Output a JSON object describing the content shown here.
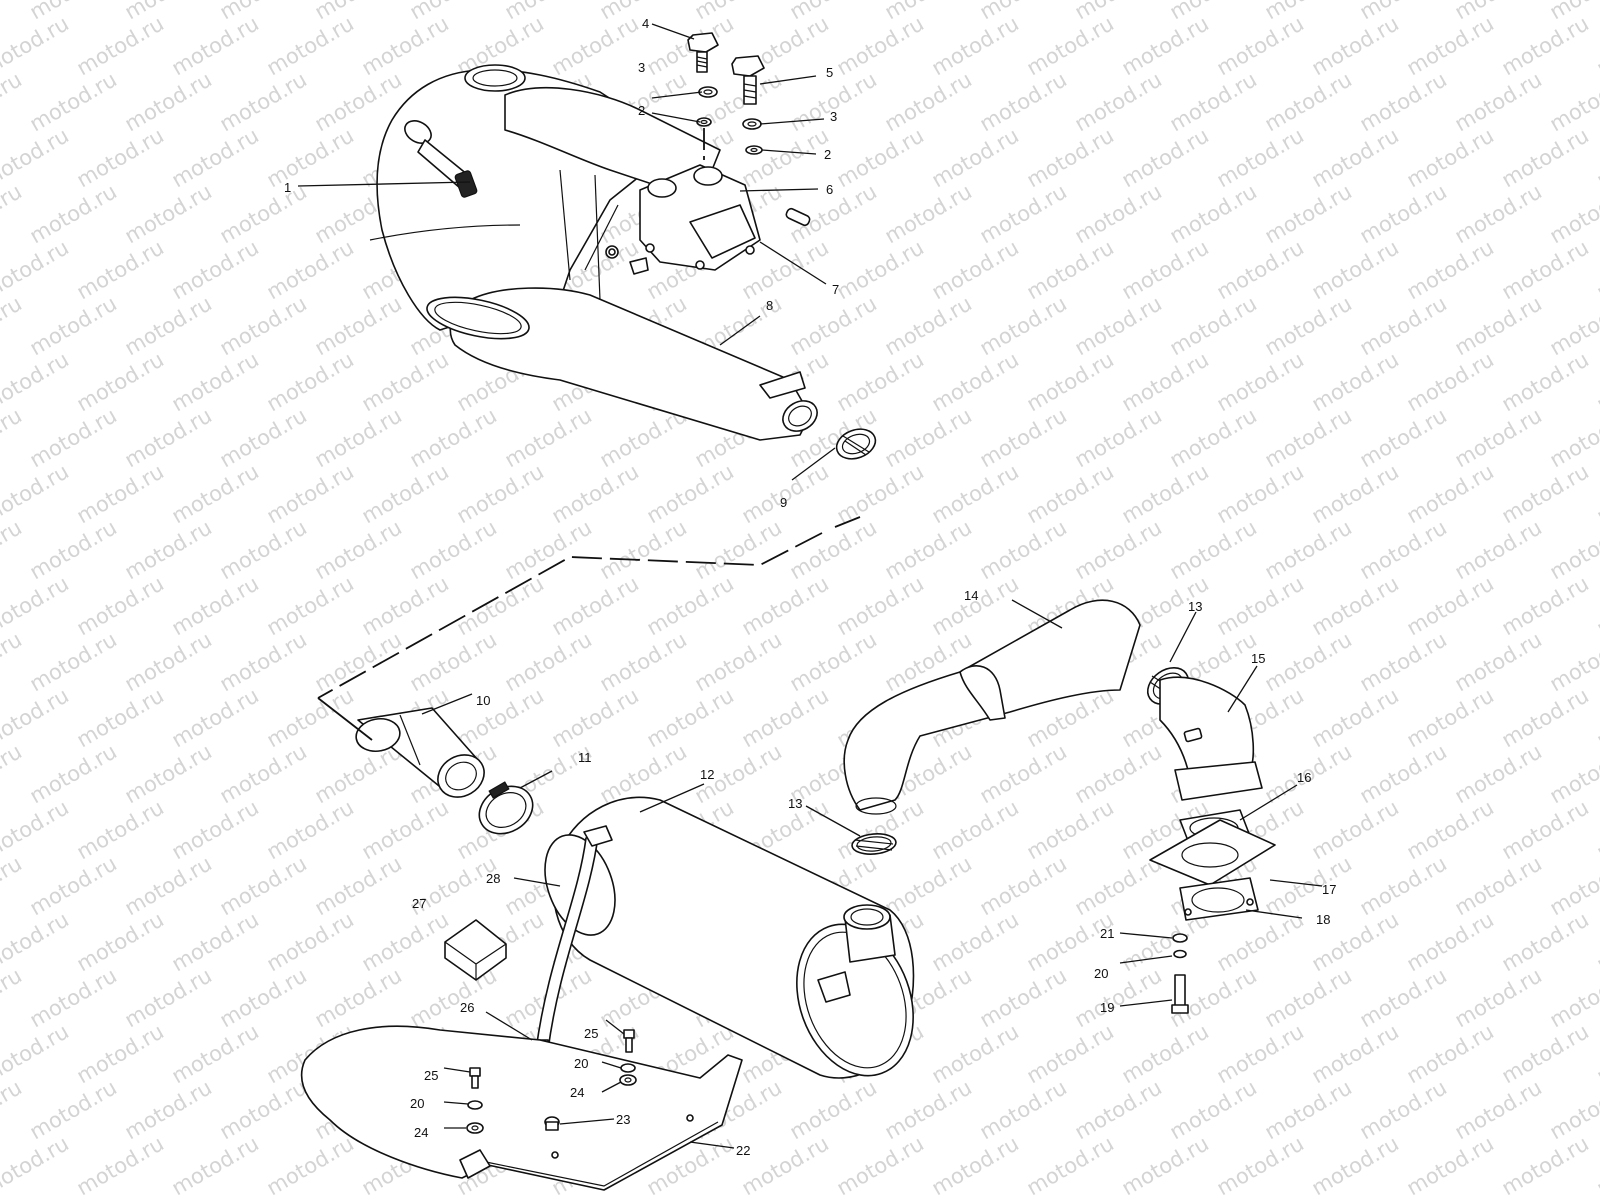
{
  "watermark": {
    "text": "motod.ru"
  },
  "callouts": [
    {
      "id": "1",
      "text": "1"
    },
    {
      "id": "2a",
      "text": "2"
    },
    {
      "id": "2b",
      "text": "2"
    },
    {
      "id": "3a",
      "text": "3"
    },
    {
      "id": "3b",
      "text": "3"
    },
    {
      "id": "4",
      "text": "4"
    },
    {
      "id": "5",
      "text": "5"
    },
    {
      "id": "6",
      "text": "6"
    },
    {
      "id": "7",
      "text": "7"
    },
    {
      "id": "8",
      "text": "8"
    },
    {
      "id": "9",
      "text": "9"
    },
    {
      "id": "10",
      "text": "10"
    },
    {
      "id": "11",
      "text": "11"
    },
    {
      "id": "12",
      "text": "12"
    },
    {
      "id": "13a",
      "text": "13"
    },
    {
      "id": "13b",
      "text": "13"
    },
    {
      "id": "14",
      "text": "14"
    },
    {
      "id": "15",
      "text": "15"
    },
    {
      "id": "16",
      "text": "16"
    },
    {
      "id": "17",
      "text": "17"
    },
    {
      "id": "18",
      "text": "18"
    },
    {
      "id": "19",
      "text": "19"
    },
    {
      "id": "20a",
      "text": "20"
    },
    {
      "id": "20b",
      "text": "20"
    },
    {
      "id": "20c",
      "text": "20"
    },
    {
      "id": "21",
      "text": "21"
    },
    {
      "id": "22",
      "text": "22"
    },
    {
      "id": "23",
      "text": "23"
    },
    {
      "id": "24a",
      "text": "24"
    },
    {
      "id": "24b",
      "text": "24"
    },
    {
      "id": "25a",
      "text": "25"
    },
    {
      "id": "25b",
      "text": "25"
    },
    {
      "id": "26",
      "text": "26"
    },
    {
      "id": "27",
      "text": "27"
    },
    {
      "id": "28",
      "text": "28"
    }
  ]
}
